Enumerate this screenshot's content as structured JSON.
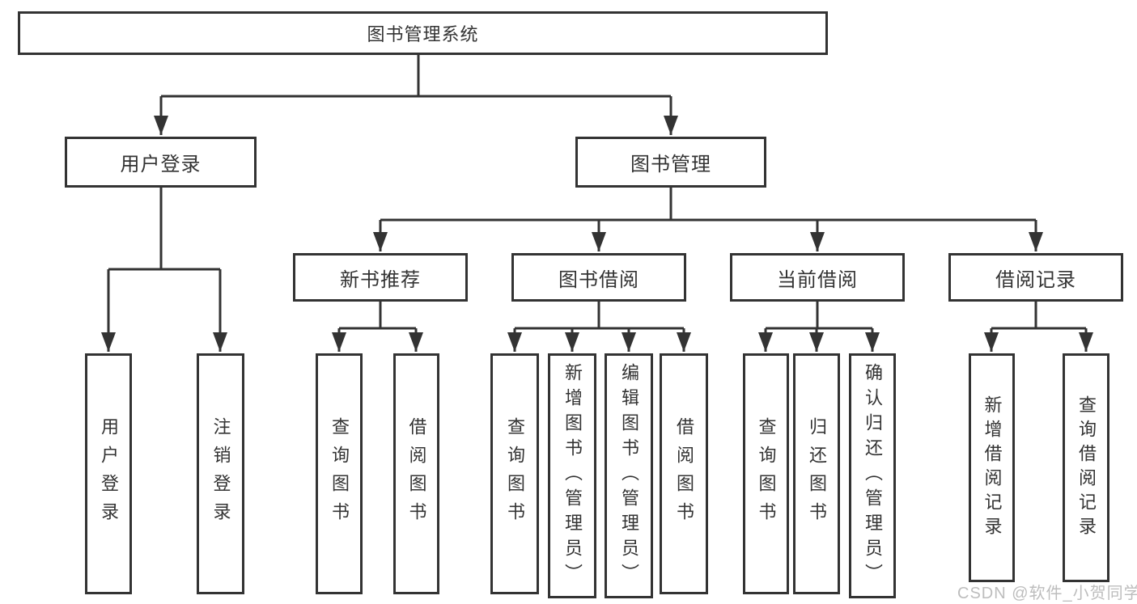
{
  "diagram": {
    "root": {
      "label": "图书管理系统"
    },
    "level2": {
      "user_login": {
        "label": "用户登录"
      },
      "book_mgmt": {
        "label": "图书管理"
      }
    },
    "level3": {
      "new_book_rec": {
        "label": "新书推荐"
      },
      "book_borrow": {
        "label": "图书借阅"
      },
      "current_borrow": {
        "label": "当前借阅"
      },
      "borrow_record": {
        "label": "借阅记录"
      }
    },
    "leaves": {
      "user_login": {
        "label": "用户登录"
      },
      "logout": {
        "label": "注销登录"
      },
      "rec_query_book": {
        "label": "查询图书"
      },
      "rec_borrow_book": {
        "label": "借阅图书"
      },
      "bb_query_book": {
        "label": "查询图书"
      },
      "bb_add_book": {
        "label": "新增图书（管理员）"
      },
      "bb_edit_book": {
        "label": "编辑图书（管理员）"
      },
      "bb_borrow_book": {
        "label": "借阅图书"
      },
      "cb_query_book": {
        "label": "查询图书"
      },
      "cb_return_book": {
        "label": "归还图书"
      },
      "cb_confirm_return": {
        "label": "确认归还（管理员）"
      },
      "br_add_record": {
        "label": "新增借阅记录"
      },
      "br_query_record": {
        "label": "查询借阅记录"
      }
    }
  },
  "watermark": {
    "text": "CSDN @软件_小贺同学"
  },
  "colors": {
    "line": "#333333",
    "box_border": "#333333",
    "text": "#333333",
    "watermark": "#bdbdbd",
    "background": "#ffffff"
  }
}
